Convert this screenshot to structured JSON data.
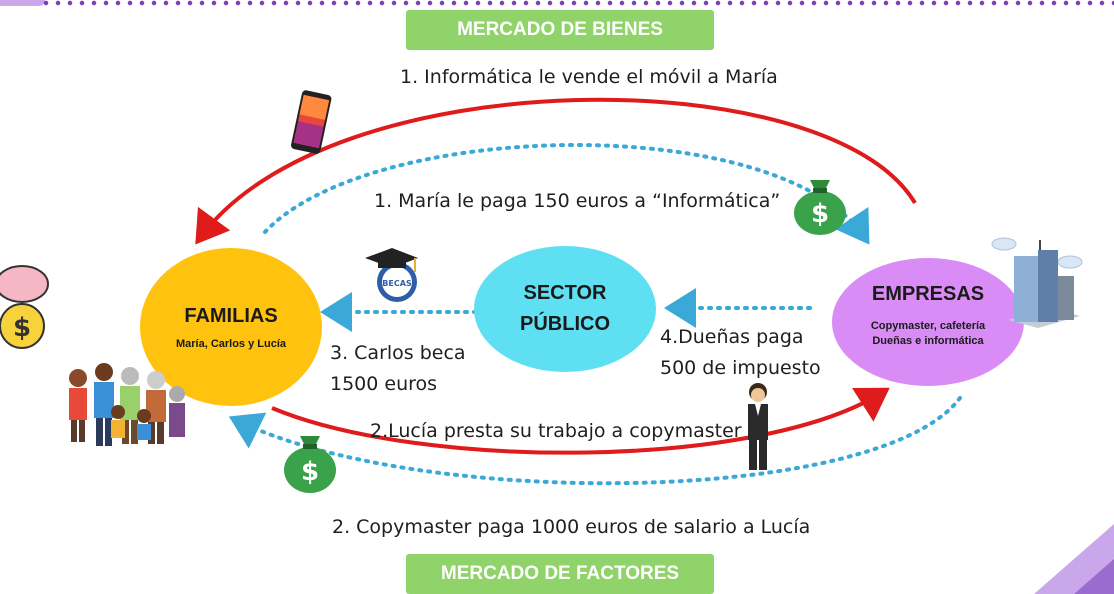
{
  "markets": {
    "goods": "MERCADO DE BIENES",
    "factors": "MERCADO DE FACTORES"
  },
  "nodes": {
    "families": {
      "title": "FAMILIAS",
      "subtitle": "María, Carlos y Lucía",
      "color": "#ffc20e"
    },
    "public_sector": {
      "title_line1": "SECTOR",
      "title_line2": "PÚBLICO",
      "color": "#5ee0f2"
    },
    "companies": {
      "title": "EMPRESAS",
      "subtitle_line1": "Copymaster, cafetería",
      "subtitle_line2": "Dueñas e informática",
      "color": "#d98cf5"
    }
  },
  "flows": {
    "flow1_top": "1. Informática le vende el móvil a María",
    "flow1_mid": "1. María le paga 150 euros a “Informática”",
    "flow3_line1": "3. Carlos beca",
    "flow3_line2": "1500 euros",
    "flow4_line1": "4.Dueñas paga",
    "flow4_line2": "500 de impuesto",
    "flow2_mid": "2.Lucía presta su trabajo a copymaster",
    "flow2_bottom": "2. Copymaster paga 1000 euros de salario a Lucía"
  },
  "badges": {
    "becas": "BECAS",
    "money_symbol": "$"
  },
  "colors": {
    "real_flow": "#e01b1b",
    "money_flow": "#3aa9d8",
    "market_green": "#8fd36a",
    "accent_purple": "#7b3fb5"
  }
}
